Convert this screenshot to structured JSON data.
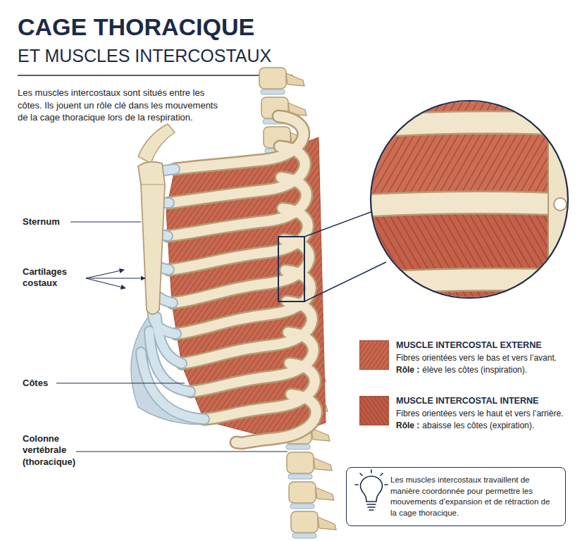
{
  "diagram": {
    "title": "CAGE THORACIQUE",
    "nodes": [
      {
        "text": [
          "Les muscles intercostaux travaillent de manière coordonnée pour permettre les mouvements d’expansion et de rétraction de la cage thoracique."
        ]
      }
    ],
    "labels": [
      "ET MUSCLES INTERCOSTAUX",
      "Les muscles intercostaux sont situés entre les côtes. Ils jouent un rôle clé dans les mouvements de la cage thoracique lors de la respiration.",
      "Sternum",
      "Cartilages costaux",
      "Côtes",
      "Colonne vertébrale (thoracique)",
      "Fibres orientées vers le bas et vers l’avant.",
      "Rôle :",
      "élève les côtes (inspiration).",
      "Fibres orientées vers le haut et vers l’arrière.",
      "Rôle :",
      "abaisse les côtes (expiration)."
    ],
    "legend": [
      {
        "text": "MUSCLE INTERCOSTAL EXTERNE",
        "color": "#c9694f"
      },
      {
        "text": "MUSCLE INTERCOSTAL INTERNE",
        "color": "#bf5c47"
      }
    ]
  }
}
